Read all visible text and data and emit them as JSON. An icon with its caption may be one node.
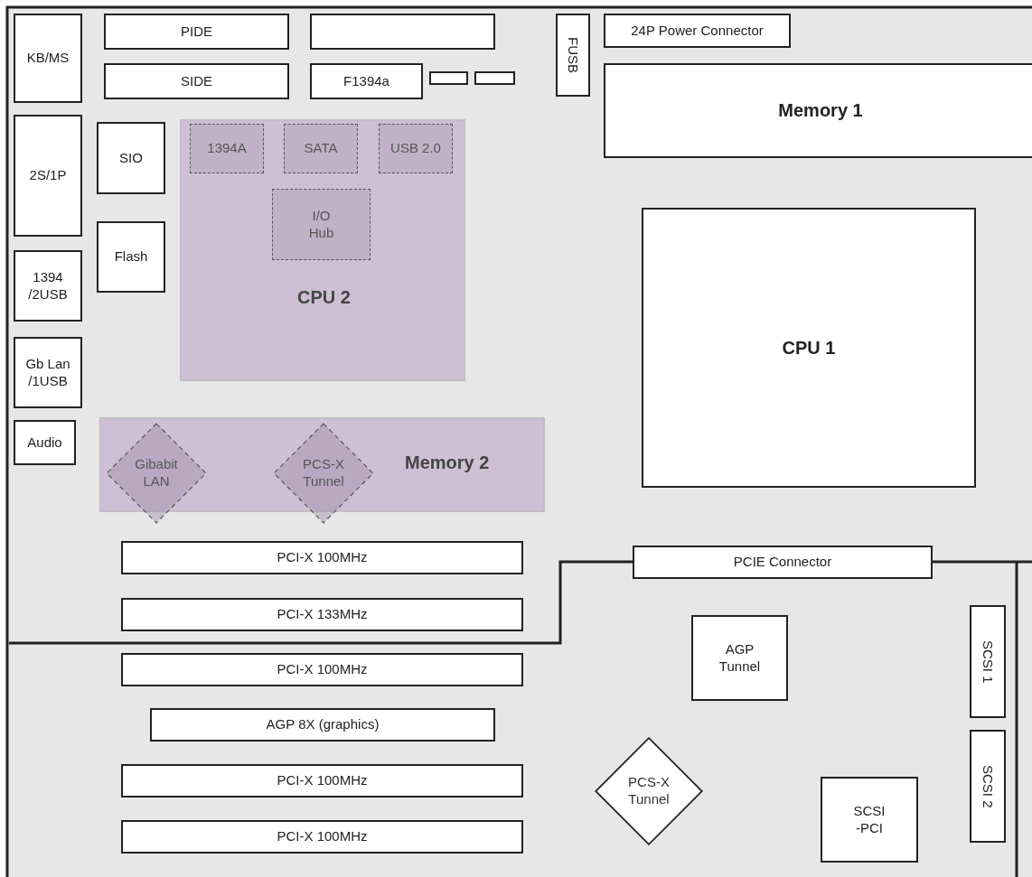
{
  "diagram": {
    "nodes": [
      {
        "text": [
          "KB/MS"
        ]
      },
      {
        "text": [
          "PIDE"
        ]
      },
      {
        "text": [],
        "shape": "box"
      },
      {
        "text": [
          "FUSB"
        ]
      },
      {
        "text": [
          "24P Power Connector"
        ]
      },
      {
        "text": [
          "SIDE"
        ]
      },
      {
        "text": [
          "F1394a"
        ]
      },
      {
        "text": [],
        "shape": "box"
      },
      {
        "text": [],
        "shape": "box"
      },
      {
        "text": [
          "Memory 1"
        ]
      },
      {
        "text": [
          "2S/1P"
        ]
      },
      {
        "text": [
          "SIO"
        ]
      },
      {
        "text": [
          "CPU 2"
        ]
      },
      {
        "text": [
          "1394A"
        ],
        "in": 12
      },
      {
        "text": [
          "SATA"
        ],
        "in": 12
      },
      {
        "text": [
          "USB 2.0"
        ],
        "in": 12
      },
      {
        "text": [
          "I/O Hub"
        ],
        "in": 12
      },
      {
        "text": [
          "Flash"
        ]
      },
      {
        "text": [
          "1394 /2USB"
        ]
      },
      {
        "text": [
          "CPU 1"
        ]
      },
      {
        "text": [
          "Gb Lan /1USB"
        ]
      },
      {
        "text": [
          "Audio"
        ]
      },
      {
        "text": [
          "Memory 2"
        ]
      },
      {
        "text": [
          "Gibabit LAN"
        ]
      },
      {
        "text": [
          "PCS-X Tunnel"
        ]
      },
      {
        "text": [
          "PCI-X 100MHz"
        ]
      },
      {
        "text": [
          "PCIE Connector"
        ]
      },
      {
        "text": [
          "PCI-X 133MHz"
        ]
      },
      {
        "text": [
          "SCSI 1"
        ]
      },
      {
        "text": [
          "AGP Tunnel"
        ]
      },
      {
        "text": [
          "PCI-X 100MHz"
        ]
      },
      {
        "text": [
          "AGP 8X (graphics)"
        ]
      },
      {
        "text": [
          "SCSI 2"
        ]
      },
      {
        "text": [
          "PCS-X Tunnel"
        ]
      },
      {
        "text": [
          "PCI-X 100MHz"
        ]
      },
      {
        "text": [
          "SCSI -PCI"
        ]
      },
      {
        "text": [
          "PCI-X 100MHz"
        ]
      }
    ]
  }
}
